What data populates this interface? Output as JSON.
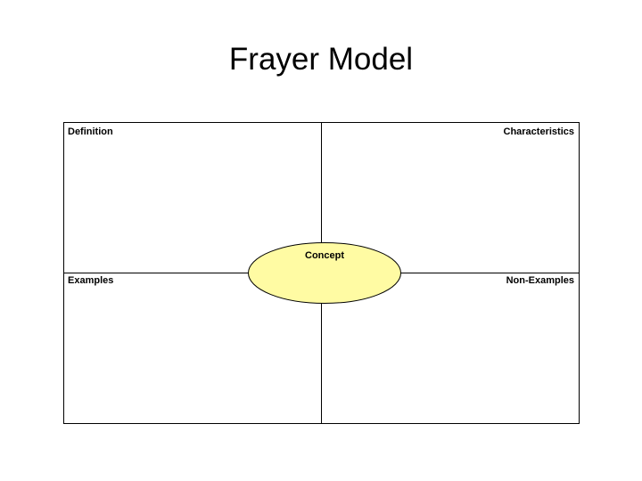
{
  "slide": {
    "title": "Frayer Model",
    "background_color": "#ffffff"
  },
  "diagram": {
    "type": "frayer-model",
    "quadrants": [
      {
        "id": "definition",
        "label": "Definition",
        "position": "top-left",
        "align": "left"
      },
      {
        "id": "characteristics",
        "label": "Characteristics",
        "position": "top-right",
        "align": "right"
      },
      {
        "id": "examples",
        "label": "Examples",
        "position": "bottom-left",
        "align": "left"
      },
      {
        "id": "non-examples",
        "label": "Non-Examples",
        "position": "bottom-right",
        "align": "right"
      }
    ],
    "center": {
      "label": "Concept",
      "shape": "ellipse",
      "fill_color": "#fffba3",
      "stroke_color": "#000000"
    },
    "frame": {
      "stroke_color": "#000000",
      "stroke_width": 1
    }
  }
}
